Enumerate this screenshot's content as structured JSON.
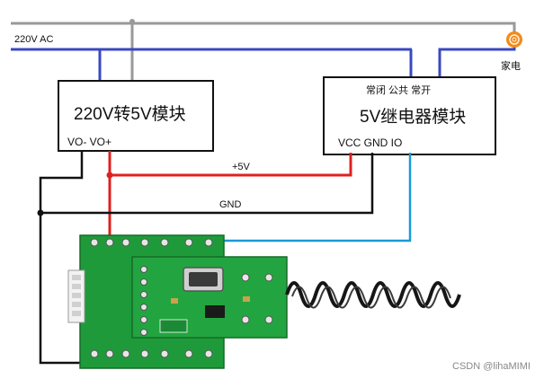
{
  "supply_label": "220V AC",
  "power_module": {
    "title": "220V转5V模块",
    "pins": "VO- VO+"
  },
  "relay_module": {
    "title": "5V继电器模块",
    "contacts": "常闭 公共 常开",
    "pins": "VCC GND IO"
  },
  "appliance_label": "家电",
  "wire_labels": {
    "plus5v": "+5V",
    "gnd": "GND"
  },
  "watermark": "CSDN @lihaMIMI",
  "colors": {
    "ac_wire": "#3a48c0",
    "neutral_wire": "#999999",
    "positive_wire": "#e02020",
    "ground_wire": "#111111",
    "signal_wire": "#1a9ad6",
    "pcb": "#1f9a3a",
    "appliance": "#f28a1a"
  },
  "icons": {
    "appliance": "light-bulb-icon",
    "rf_board": "rf-receiver-board",
    "antenna": "coiled-antenna"
  }
}
